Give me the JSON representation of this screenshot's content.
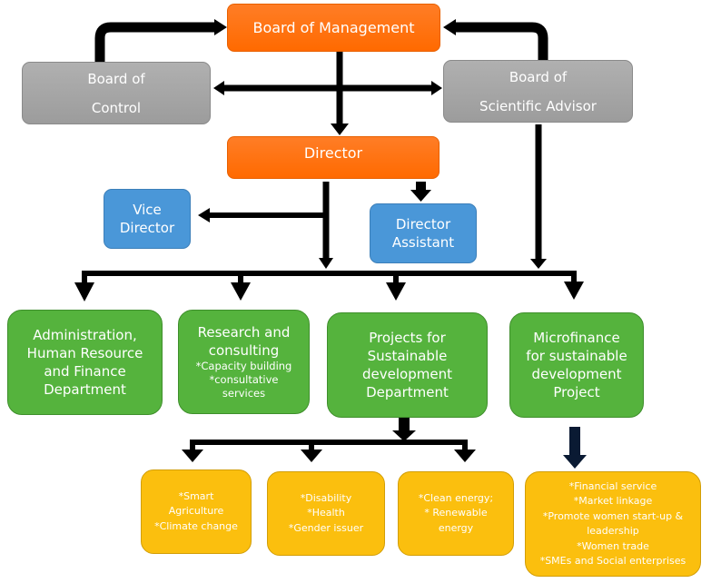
{
  "colors": {
    "management": "#ff6d0b",
    "boards": "#a6a6a6",
    "assistants": "#4a97d8",
    "departments": "#55b33d",
    "programs": "#fbbf0e",
    "connectors": "#000000"
  },
  "nodes": {
    "board_of_management": {
      "label": "Board of Management"
    },
    "board_of_control": {
      "lines": [
        "Board of",
        "Control"
      ]
    },
    "board_of_scientific_advisor": {
      "lines": [
        "Board of",
        "Scientific Advisor"
      ]
    },
    "director": {
      "label": "Director"
    },
    "vice_director": {
      "lines": [
        "Vice",
        "Director"
      ]
    },
    "director_assistant": {
      "lines": [
        "Director",
        "Assistant"
      ]
    },
    "departments": [
      {
        "title_lines": [
          "Administration,",
          "Human Resource",
          "and Finance",
          "Department"
        ],
        "items": []
      },
      {
        "title_lines": [
          "Research and",
          "consulting"
        ],
        "items": [
          "*Capacity building",
          "*consultative",
          "services"
        ]
      },
      {
        "title_lines": [
          "Projects for",
          "Sustainable",
          "development",
          "Department"
        ],
        "items": []
      },
      {
        "title_lines": [
          "Microfinance",
          "for sustainable",
          "development",
          "Project"
        ],
        "items": []
      }
    ],
    "programs": [
      {
        "lines": [
          "*Smart",
          "Agriculture",
          "*Climate change"
        ]
      },
      {
        "lines": [
          "*Disability",
          "*Health",
          "*Gender issuer"
        ]
      },
      {
        "lines": [
          "*Clean energy;",
          "* Renewable",
          "energy"
        ]
      },
      {
        "lines": [
          "*Financial service",
          "*Market linkage",
          "*Promote women start-up &",
          "leadership",
          "*Women trade",
          "*SMEs and Social enterprises"
        ]
      }
    ]
  }
}
